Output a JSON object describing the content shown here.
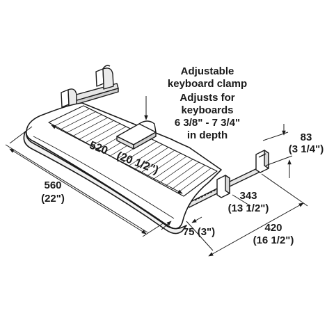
{
  "callout": {
    "line1": "Adjustable",
    "line2": "keyboard clamp",
    "line3": "Adjusts for",
    "line4": "keyboards",
    "line5": "6 3/8\" - 7 3/4\"",
    "line6": "in depth"
  },
  "dimensions": {
    "tray_depth": {
      "mm": "520",
      "inch": "(20 1/2\")"
    },
    "overall_width": {
      "mm": "560",
      "inch": "(22\")"
    },
    "height": {
      "mm": "83",
      "inch": "(3 1/4\")"
    },
    "rail_length": {
      "mm": "343",
      "inch": "(13 1/2\")"
    },
    "extension": {
      "mm": "420",
      "inch": "(16 1/2\")"
    },
    "offset": {
      "combined": "75 (3\")"
    }
  },
  "colors": {
    "line": "#1a1a1a",
    "tray_fill": "#ffffff",
    "rail_fill": "#e6e6e6"
  }
}
